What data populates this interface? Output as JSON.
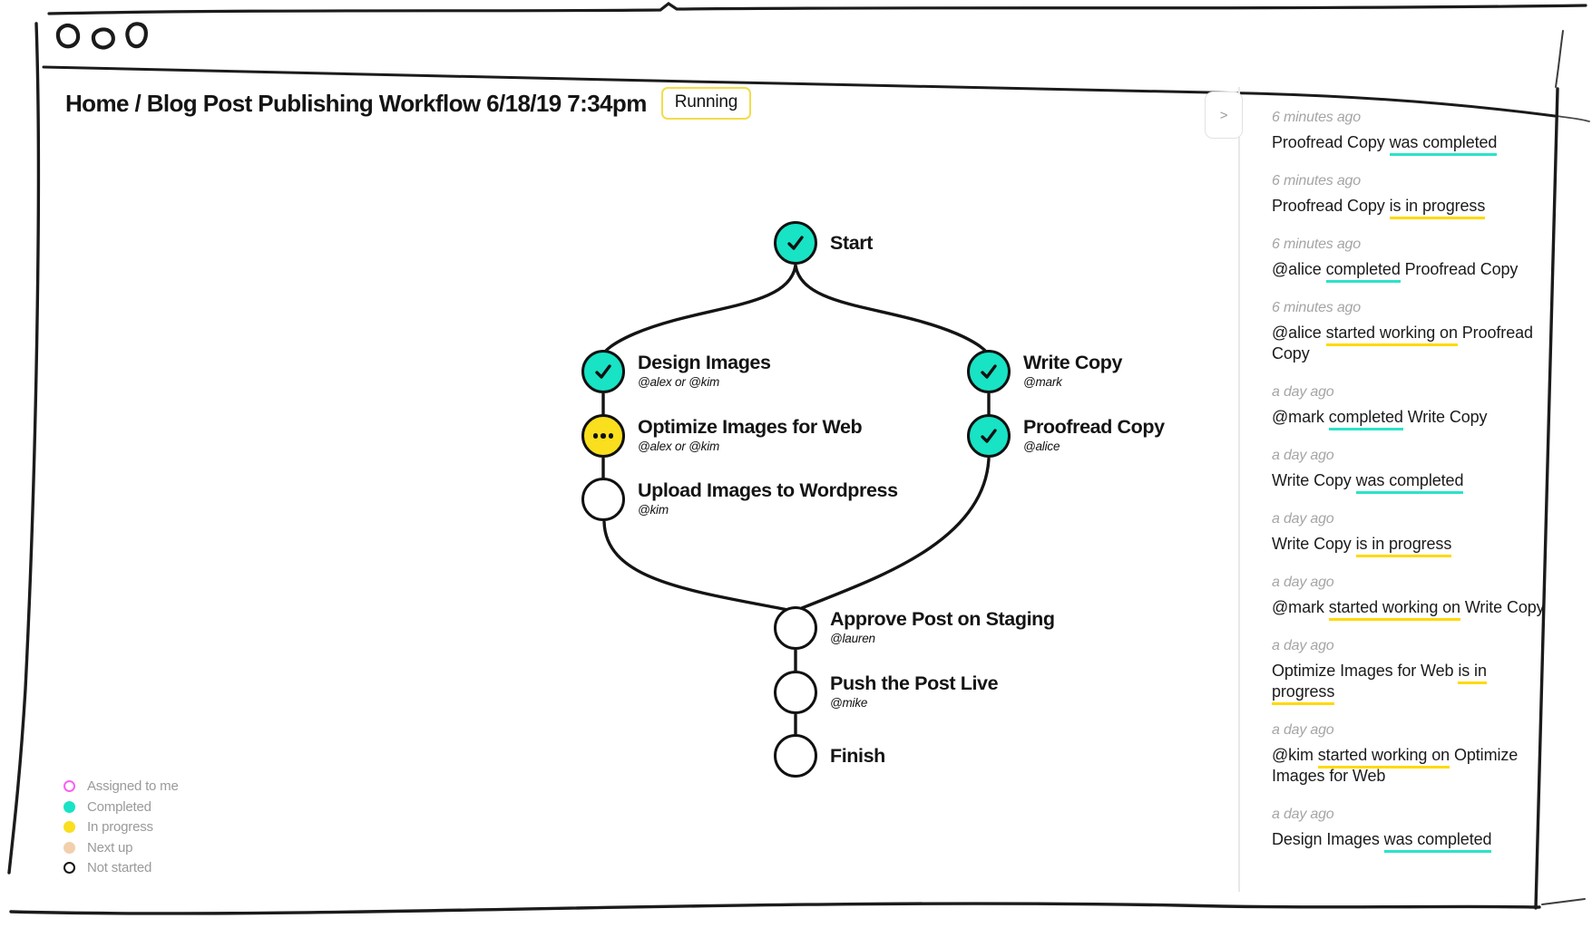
{
  "app": {
    "breadcrumb_title": "Home / Blog Post Publishing Workflow 6/18/19 7:34pm",
    "status_badge": "Running",
    "badge_border_color": "#F2DC4A"
  },
  "colors": {
    "completed_teal": "#18E3C5",
    "in_progress_yellow": "#F9DF1E",
    "underline_teal": "#2BE3C8",
    "underline_yellow": "#FFD908",
    "assigned_magenta": "#FB5FF3",
    "next_up_peach": "#F2CFAD",
    "not_started_black": "#111111"
  },
  "workflow": {
    "nodes": [
      {
        "label": "Start",
        "assignee": "",
        "status": "completed",
        "color": "#18E3C5"
      },
      {
        "label": "Design Images",
        "assignee": "@alex or @kim",
        "status": "completed",
        "color": "#18E3C5"
      },
      {
        "label": "Optimize Images for Web",
        "assignee": "@alex or @kim",
        "status": "in-progress",
        "color": "#F9DF1E"
      },
      {
        "label": "Upload Images to Wordpress",
        "assignee": "@kim",
        "status": "not-started",
        "color": "#FFFFFF"
      },
      {
        "label": "Write Copy",
        "assignee": "@mark",
        "status": "completed",
        "color": "#18E3C5"
      },
      {
        "label": "Proofread Copy",
        "assignee": "@alice",
        "status": "completed",
        "color": "#18E3C5"
      },
      {
        "label": "Approve Post on Staging",
        "assignee": "@lauren",
        "status": "not-started",
        "color": "#FFFFFF"
      },
      {
        "label": "Push the Post Live",
        "assignee": "@mike",
        "status": "not-started",
        "color": "#FFFFFF"
      },
      {
        "label": "Finish",
        "assignee": "",
        "status": "not-started",
        "color": "#FFFFFF"
      }
    ]
  },
  "legend": {
    "items": [
      {
        "label": "Assigned to me",
        "color": "#FB5FF3",
        "hollow": true
      },
      {
        "label": "Completed",
        "color": "#18E3C5",
        "hollow": false
      },
      {
        "label": "In progress",
        "color": "#F9DF1E",
        "hollow": false
      },
      {
        "label": "Next up",
        "color": "#F2CFAD",
        "hollow": false
      },
      {
        "label": "Not started",
        "color": "#111111",
        "hollow": true
      }
    ]
  },
  "sidebar": {
    "collapse_label": ">",
    "feed": {
      "items": [
        {
          "time": "6 minutes ago",
          "pre": "Proofread Copy ",
          "highlight": "was completed",
          "post": "",
          "underline_color": "#2BE3C8"
        },
        {
          "time": "6 minutes ago",
          "pre": "Proofread Copy ",
          "highlight": "is in progress",
          "post": "",
          "underline_color": "#FFD908"
        },
        {
          "time": "6 minutes ago",
          "pre": "@alice ",
          "highlight": "completed",
          "post": " Proofread Copy",
          "underline_color": "#2BE3C8"
        },
        {
          "time": "6 minutes ago",
          "pre": "@alice ",
          "highlight": "started working on",
          "post": " Proofread Copy",
          "underline_color": "#FFD908"
        },
        {
          "time": "a day ago",
          "pre": "@mark ",
          "highlight": "completed",
          "post": " Write Copy",
          "underline_color": "#2BE3C8"
        },
        {
          "time": "a day ago",
          "pre": "Write Copy ",
          "highlight": "was completed",
          "post": "",
          "underline_color": "#2BE3C8"
        },
        {
          "time": "a day ago",
          "pre": "Write Copy ",
          "highlight": "is in progress",
          "post": "",
          "underline_color": "#FFD908"
        },
        {
          "time": "a day ago",
          "pre": "@mark ",
          "highlight": "started working on",
          "post": " Write Copy",
          "underline_color": "#FFD908"
        },
        {
          "time": "a day ago",
          "pre": "Optimize Images for Web ",
          "highlight": "is in progress",
          "post": "",
          "underline_color": "#FFD908"
        },
        {
          "time": "a day ago",
          "pre": "@kim ",
          "highlight": "started working on",
          "post": " Optimize Images for Web",
          "underline_color": "#FFD908"
        },
        {
          "time": "a day ago",
          "pre": "Design Images ",
          "highlight": "was completed",
          "post": "",
          "underline_color": "#2BE3C8"
        }
      ]
    }
  }
}
